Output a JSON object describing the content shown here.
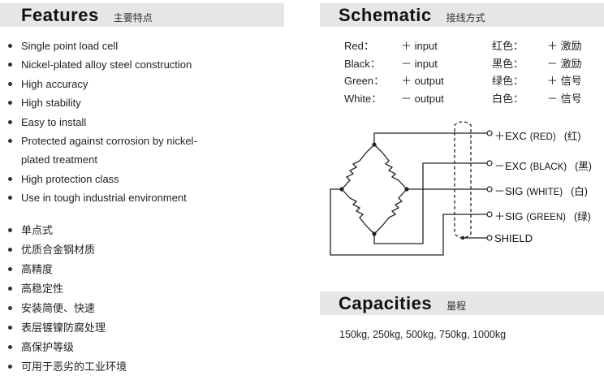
{
  "features": {
    "title": "Features",
    "title_zh": "主要特点",
    "items_en": [
      "Single point load cell",
      "Nickel-plated alloy steel construction",
      "High accuracy",
      "High stability",
      "Easy to install",
      "Protected against corrosion by nickel-",
      "plated treatment",
      "High protection class",
      "Use in tough industrial environment"
    ],
    "items_zh": [
      "单点式",
      "优质合金钢材质",
      "高精度",
      "高稳定性",
      "安装简便、快速",
      "表层镀镍防腐处理",
      "高保护等级",
      "可用于恶劣的工业环境"
    ]
  },
  "schematic": {
    "title": "Schematic",
    "title_zh": "接线方式",
    "wires": [
      {
        "color": "Red：",
        "sign": "＋",
        "func": "input",
        "color_zh": "红色：",
        "sign_zh": "＋",
        "func_zh": "激励"
      },
      {
        "color": "Black：",
        "sign": "－",
        "func": "input",
        "color_zh": "黑色：",
        "sign_zh": "－",
        "func_zh": "激励"
      },
      {
        "color": "Green：",
        "sign": "＋",
        "func": "output",
        "color_zh": "绿色：",
        "sign_zh": "＋",
        "func_zh": "信号"
      },
      {
        "color": "White：",
        "sign": "－",
        "func": "output",
        "color_zh": "白色：",
        "sign_zh": "－",
        "func_zh": "信号"
      }
    ],
    "terminals": [
      {
        "main": "＋EXC",
        "sub": "(RED)",
        "cn": "(红)"
      },
      {
        "main": "－EXC",
        "sub": "(BLACK)",
        "cn": "(黑)"
      },
      {
        "main": "－SIG",
        "sub": "(WHITE)",
        "cn": "(白)"
      },
      {
        "main": "＋SIG",
        "sub": "(GREEN)",
        "cn": "(绿)"
      },
      {
        "main": "SHIELD",
        "sub": "",
        "cn": ""
      }
    ]
  },
  "capacities": {
    "title": "Capacities",
    "title_zh": "量程",
    "values": "150kg, 250kg, 500kg, 750kg, 1000kg"
  }
}
